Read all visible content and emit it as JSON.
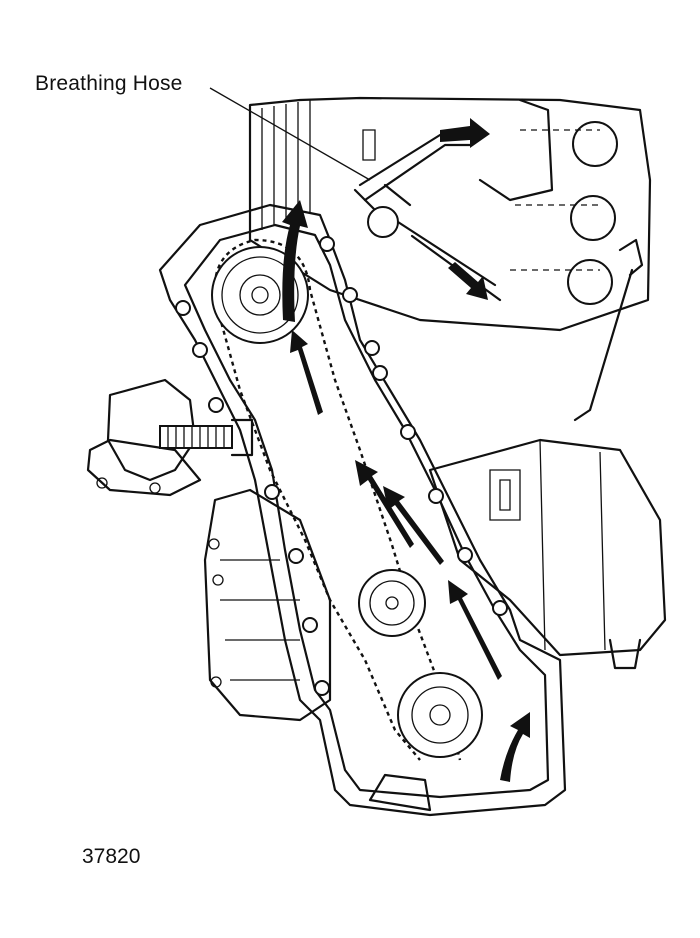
{
  "labels": {
    "breathing_hose": "Breathing Hose",
    "figure_number": "37820"
  },
  "icons": {
    "flow_arrow": "black-curved-arrow",
    "timing_cover": "engine-timing-cover-outline"
  }
}
